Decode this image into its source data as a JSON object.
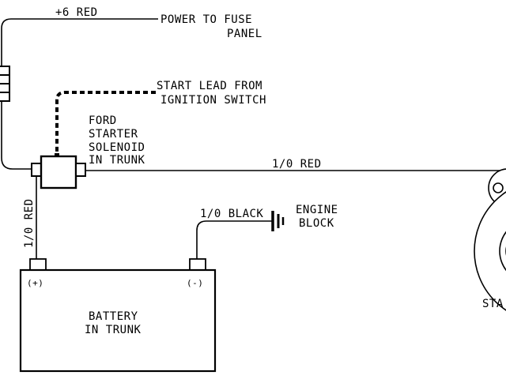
{
  "labels": {
    "wire_6_red": "+6 RED",
    "power_fuse_line1": "POWER TO FUSE",
    "power_fuse_line2": "PANEL",
    "start_lead_line1": "START LEAD FROM",
    "start_lead_line2": "IGNITION SWITCH",
    "solenoid_line1": "FORD",
    "solenoid_line2": "STARTER",
    "solenoid_line3": "SOLENOID",
    "solenoid_line4": "IN TRUNK",
    "main_cable": "1/0 RED",
    "vertical_cable": "1/0 RED",
    "ground_cable": "1/0 BLACK",
    "engine_block_line1": "ENGINE",
    "engine_block_line2": "BLOCK",
    "battery_pos": "(+)",
    "battery_neg": "(-)",
    "battery_line1": "BATTERY",
    "battery_line2": "IN TRUNK",
    "starter_partial": "STA"
  },
  "colors": {
    "line": "#000000",
    "background": "#ffffff"
  }
}
